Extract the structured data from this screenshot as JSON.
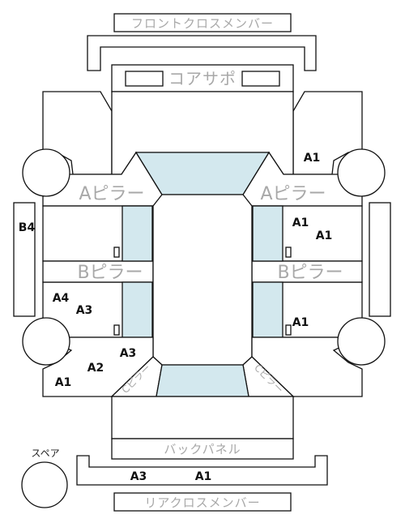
{
  "labels": {
    "front_cross_member": "フロントクロスメンバー",
    "core_support": "コアサポ",
    "a_pillar_left": "Aピラー",
    "a_pillar_right": "Aピラー",
    "b_pillar_left": "Bピラー",
    "b_pillar_right": "Bピラー",
    "c_pillar_left": "Cピラー",
    "c_pillar_right": "Cピラー",
    "back_panel": "バックパネル",
    "rear_cross_member": "リアクロスメンバー",
    "spare": "スペア"
  },
  "grades": {
    "front_right_fender": "A1",
    "front_right_door_1": "A1",
    "front_right_door_2": "A1",
    "rear_right_door": "A1",
    "left_side_sill": "B4",
    "rear_left_door_1": "A4",
    "rear_left_door_2": "A3",
    "rear_left_door_3": "A3",
    "rear_left_quarter_1": "A2",
    "rear_left_quarter_2": "A1",
    "rear_cross_member_left": "A3",
    "rear_cross_member_right": "A1"
  },
  "colors": {
    "glass": "#d3e8ee",
    "line": "#111111",
    "part_label": "#a8a8a8"
  }
}
